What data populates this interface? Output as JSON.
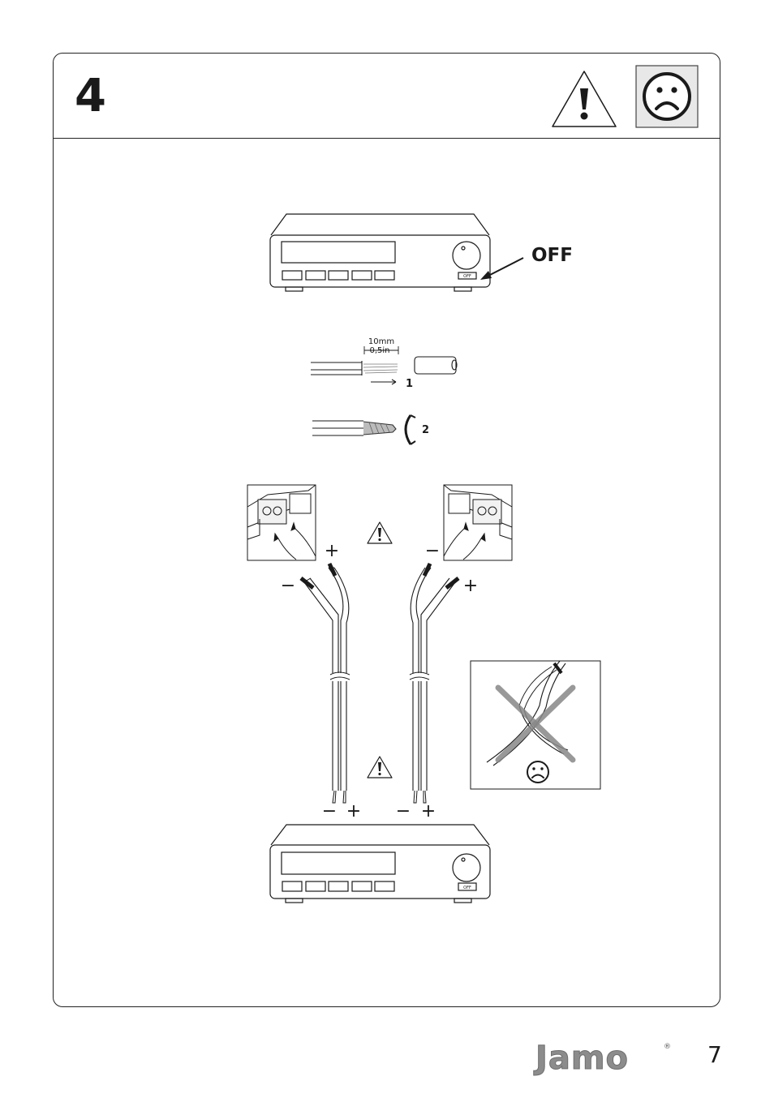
{
  "step": {
    "number": "4"
  },
  "header_icons": {
    "warning": "warning-triangle-icon",
    "sad": "sad-face-icon"
  },
  "receiver_top": {
    "off_button_label": "OFF",
    "callout_label": "OFF"
  },
  "wire_prep": {
    "length_mm": "10mm",
    "length_in": "0,5in",
    "step1": "1",
    "step2": "2"
  },
  "connections": {
    "left_plus": "+",
    "left_minus": "−",
    "right_minus": "−",
    "right_plus": "+",
    "bottom_left_minus": "−",
    "bottom_left_plus": "+",
    "bottom_right_minus": "−",
    "bottom_right_plus": "+"
  },
  "receiver_bottom": {
    "off_button_label": "OFF"
  },
  "footer": {
    "brand": "Jamo",
    "page_number": "7"
  }
}
